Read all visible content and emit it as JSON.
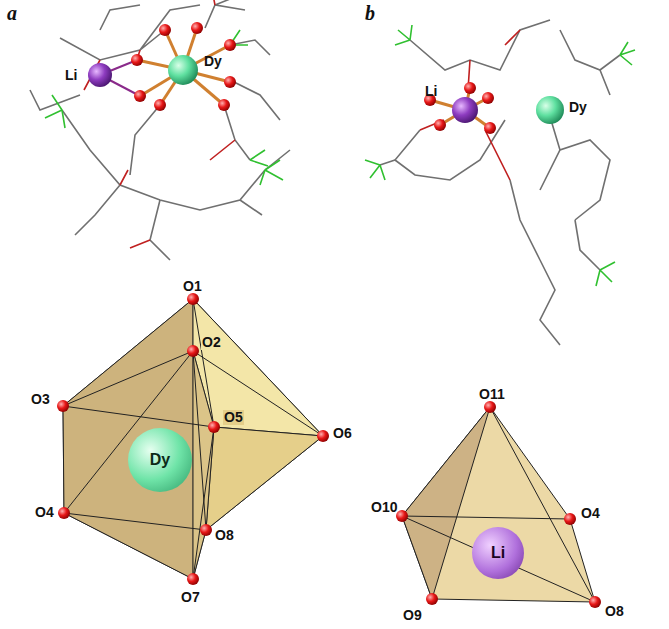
{
  "diagram": {
    "nodes": [
      {
        "text": [
          "Dy"
        ]
      },
      {
        "text": [
          "Li"
        ]
      }
    ],
    "labels": [
      "a",
      "b",
      "Li",
      "Dy",
      "Li",
      "Dy",
      "O1",
      "O2",
      "O3",
      "O5",
      "O6",
      "O4",
      "O8",
      "O7",
      "O11",
      "O10",
      "O4",
      "O9",
      "O8"
    ]
  }
}
